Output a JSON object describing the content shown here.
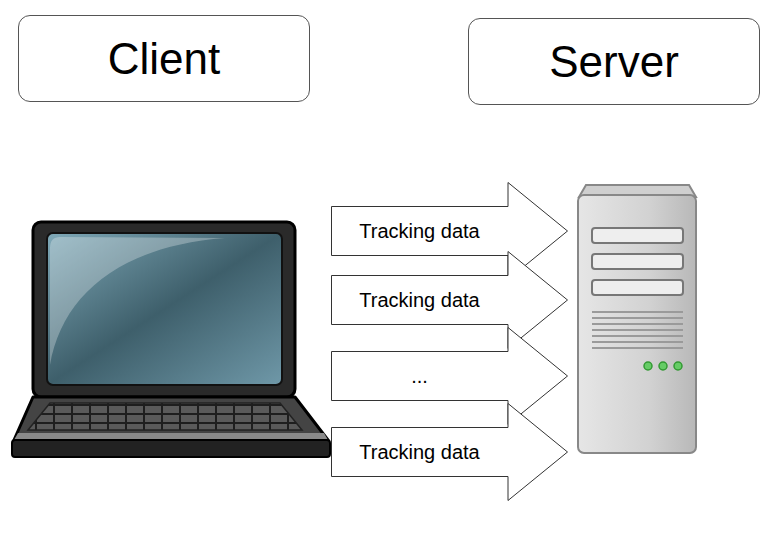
{
  "diagram": {
    "nodes": [
      {
        "text": [
          "Client"
        ]
      },
      {
        "text": [
          "Server"
        ]
      },
      {
        "text": [
          "Tracking data"
        ]
      },
      {
        "text": [
          "Tracking data"
        ]
      },
      {
        "text": [
          "..."
        ]
      },
      {
        "text": [
          "Tracking data"
        ]
      }
    ]
  }
}
